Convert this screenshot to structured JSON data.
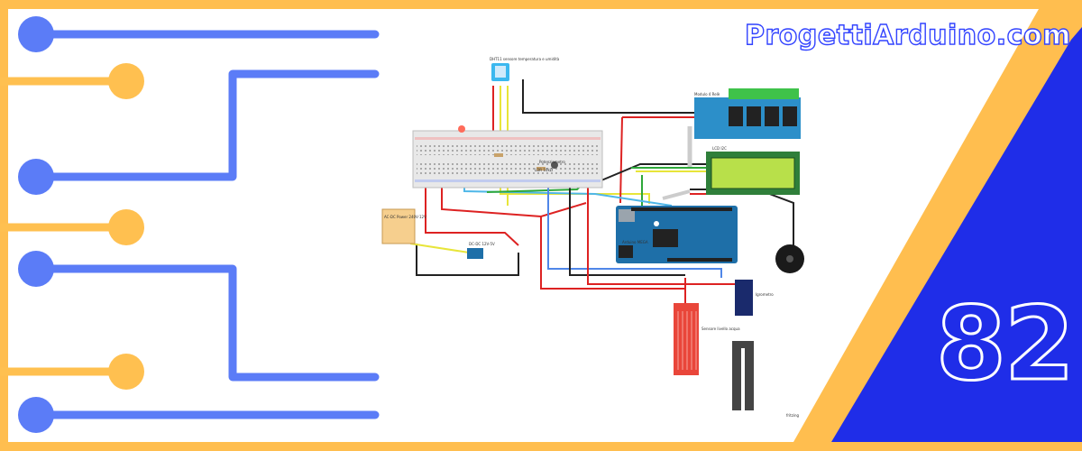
{
  "brand": {
    "site": "ProgettiArduino.com"
  },
  "episode": {
    "number": "82"
  },
  "colors": {
    "frame_yellow": "#FFBE4F",
    "accent_blue": "#1F2DE8",
    "line_blue": "#5B7CF7",
    "node_yellow": "#FFC050",
    "white": "#FFFFFF"
  },
  "diagram": {
    "sensor_label": "DHT11 sensore temperatura e umidità",
    "relay_label": "Modulo 4 Relè",
    "lcd_label": "LCD I2C",
    "potentiometer_label": "Potenziometro",
    "ldr_label": "LDR 10kΩ",
    "psu_label": "AC-DC Power 240V-12V",
    "converter_label": "DC-DC 12V-5V",
    "water_sensor_label": "Sensore livello acqua",
    "soil_sensor_label": "Igrometro",
    "board_label": "Arduino MEGA",
    "credit": "fritzing"
  }
}
